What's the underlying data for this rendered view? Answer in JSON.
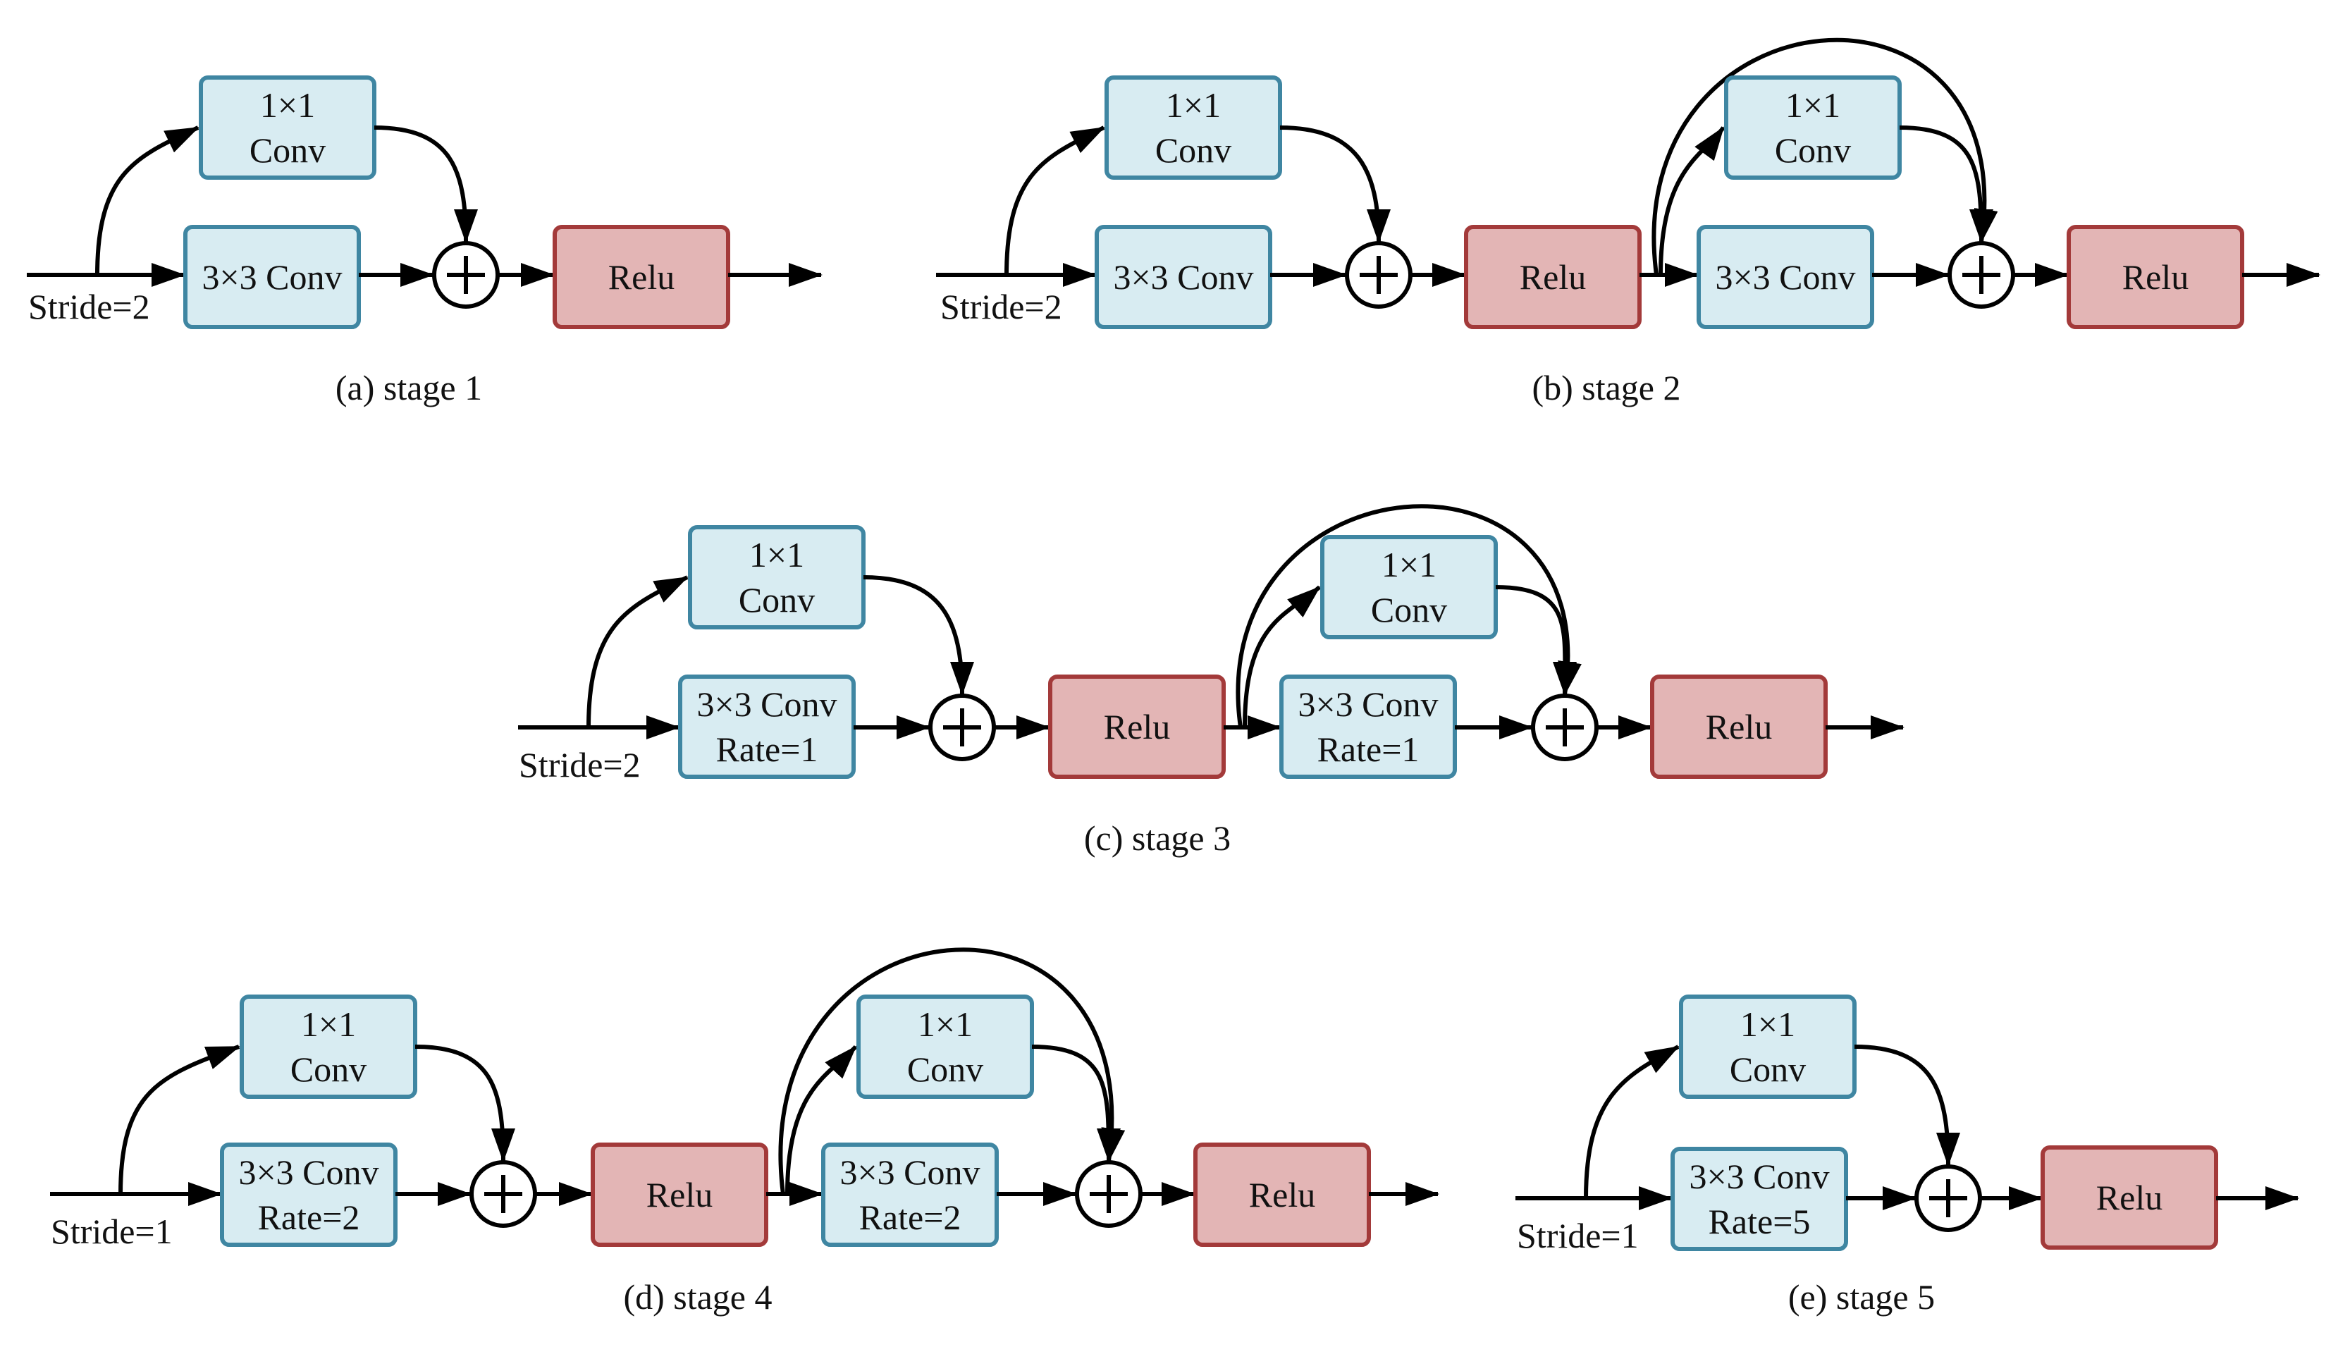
{
  "colors": {
    "conv_fill": "#d8ecf2",
    "conv_stroke": "#3f86a2",
    "relu_fill": "#e3b5b5",
    "relu_stroke": "#a33a3a",
    "line": "#000000"
  },
  "symbols": {
    "add": "circled-plus-icon",
    "arrowhead": "filled-triangle-arrowhead-icon"
  },
  "stages": [
    {
      "id": "a",
      "caption": "(a) stage 1",
      "input_label": "Stride=2",
      "blocks": [
        {
          "shortcut": [
            "1×1",
            "Conv"
          ],
          "main": [
            "3×3 Conv"
          ],
          "activation": "Relu"
        }
      ]
    },
    {
      "id": "b",
      "caption": "(b) stage 2",
      "input_label": "Stride=2",
      "blocks": [
        {
          "shortcut": [
            "1×1",
            "Conv"
          ],
          "main": [
            "3×3 Conv"
          ],
          "activation": "Relu"
        },
        {
          "shortcut": [
            "1×1",
            "Conv"
          ],
          "main": [
            "3×3 Conv"
          ],
          "activation": "Relu",
          "identity_skip": true
        }
      ]
    },
    {
      "id": "c",
      "caption": "(c) stage 3",
      "input_label": "Stride=2",
      "blocks": [
        {
          "shortcut": [
            "1×1",
            "Conv"
          ],
          "main": [
            "3×3 Conv",
            "Rate=1"
          ],
          "activation": "Relu"
        },
        {
          "shortcut": [
            "1×1",
            "Conv"
          ],
          "main": [
            "3×3 Conv",
            "Rate=1"
          ],
          "activation": "Relu",
          "identity_skip": true
        }
      ]
    },
    {
      "id": "d",
      "caption": "(d) stage 4",
      "input_label": "Stride=1",
      "blocks": [
        {
          "shortcut": [
            "1×1",
            "Conv"
          ],
          "main": [
            "3×3 Conv",
            "Rate=2"
          ],
          "activation": "Relu"
        },
        {
          "shortcut": [
            "1×1",
            "Conv"
          ],
          "main": [
            "3×3 Conv",
            "Rate=2"
          ],
          "activation": "Relu",
          "identity_skip": true
        }
      ]
    },
    {
      "id": "e",
      "caption": "(e) stage 5",
      "input_label": "Stride=1",
      "blocks": [
        {
          "shortcut": [
            "1×1",
            "Conv"
          ],
          "main": [
            "3×3 Conv",
            "Rate=5"
          ],
          "activation": "Relu"
        }
      ]
    }
  ]
}
